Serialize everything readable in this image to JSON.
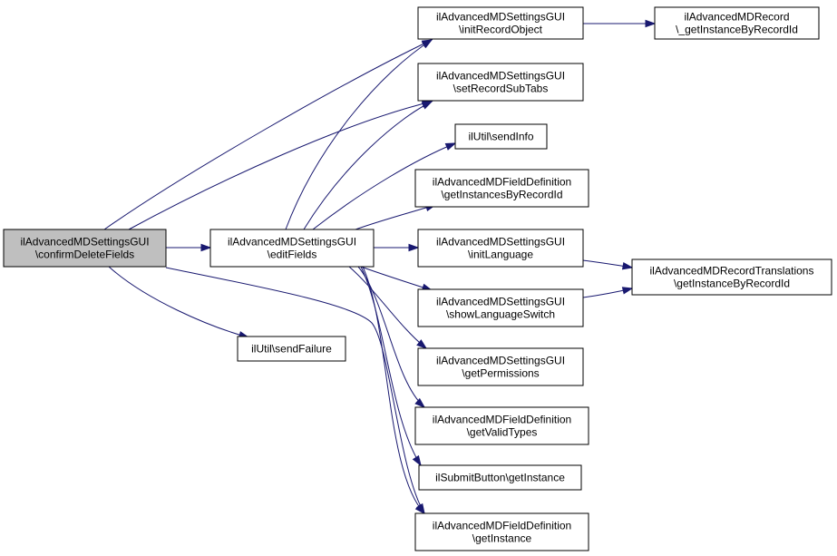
{
  "nodes": [
    {
      "id": "confirm",
      "lines": [
        "ilAdvancedMDSettingsGUI",
        "\\confirmDeleteFields"
      ],
      "highlight": true
    },
    {
      "id": "edit",
      "lines": [
        "ilAdvancedMDSettingsGUI",
        "\\editFields"
      ]
    },
    {
      "id": "sendFailure",
      "lines": [
        "ilUtil\\sendFailure"
      ]
    },
    {
      "id": "initRecordObject",
      "lines": [
        "ilAdvancedMDSettingsGUI",
        "\\initRecordObject"
      ]
    },
    {
      "id": "setRecordSubTabs",
      "lines": [
        "ilAdvancedMDSettingsGUI",
        "\\setRecordSubTabs"
      ]
    },
    {
      "id": "sendInfo",
      "lines": [
        "ilUtil\\sendInfo"
      ]
    },
    {
      "id": "getInstancesByRecordId",
      "lines": [
        "ilAdvancedMDFieldDefinition",
        "\\getInstancesByRecordId"
      ]
    },
    {
      "id": "initLanguage",
      "lines": [
        "ilAdvancedMDSettingsGUI",
        "\\initLanguage"
      ]
    },
    {
      "id": "showLanguageSwitch",
      "lines": [
        "ilAdvancedMDSettingsGUI",
        "\\showLanguageSwitch"
      ]
    },
    {
      "id": "getPermissions",
      "lines": [
        "ilAdvancedMDSettingsGUI",
        "\\getPermissions"
      ]
    },
    {
      "id": "getValidTypes",
      "lines": [
        "ilAdvancedMDFieldDefinition",
        "\\getValidTypes"
      ]
    },
    {
      "id": "submitGetInstance",
      "lines": [
        "ilSubmitButton\\getInstance"
      ]
    },
    {
      "id": "fieldGetInstance",
      "lines": [
        "ilAdvancedMDFieldDefinition",
        "\\getInstance"
      ]
    },
    {
      "id": "recordGetInstance",
      "lines": [
        "ilAdvancedMDRecord",
        "\\_getInstanceByRecordId"
      ]
    },
    {
      "id": "translationsGetInstance",
      "lines": [
        "ilAdvancedMDRecordTranslations",
        "\\getInstanceByRecordId"
      ]
    }
  ],
  "edges": [
    [
      "confirm",
      "edit"
    ],
    [
      "confirm",
      "initRecordObject"
    ],
    [
      "confirm",
      "setRecordSubTabs"
    ],
    [
      "confirm",
      "sendFailure"
    ],
    [
      "confirm",
      "fieldGetInstance"
    ],
    [
      "edit",
      "initRecordObject"
    ],
    [
      "edit",
      "setRecordSubTabs"
    ],
    [
      "edit",
      "sendInfo"
    ],
    [
      "edit",
      "getInstancesByRecordId"
    ],
    [
      "edit",
      "initLanguage"
    ],
    [
      "edit",
      "showLanguageSwitch"
    ],
    [
      "edit",
      "getPermissions"
    ],
    [
      "edit",
      "getValidTypes"
    ],
    [
      "edit",
      "submitGetInstance"
    ],
    [
      "edit",
      "fieldGetInstance"
    ],
    [
      "initRecordObject",
      "recordGetInstance"
    ],
    [
      "initLanguage",
      "translationsGetInstance"
    ],
    [
      "showLanguageSwitch",
      "translationsGetInstance"
    ]
  ],
  "colors": {
    "edge": "#191970",
    "node_fill": "#ffffff",
    "highlight_fill": "#bfbfbf"
  }
}
